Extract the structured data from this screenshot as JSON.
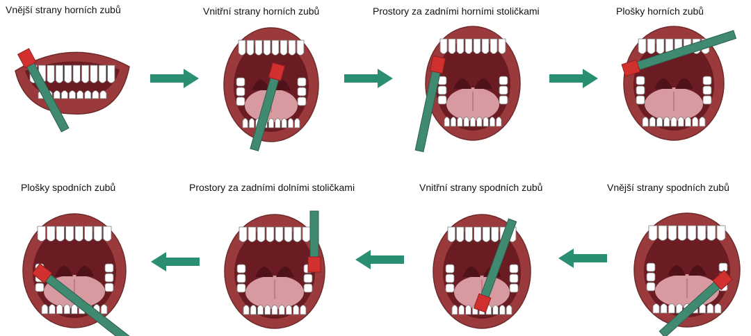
{
  "colors": {
    "lips": "#9b3a3c",
    "lips_dark": "#6e2a2b",
    "mouth_inside": "#6a1c22",
    "tongue": "#d69aa0",
    "tongue_dark": "#b97078",
    "teeth": "#ffffff",
    "brush": "#3f8a70",
    "brush_dark": "#2c5e4d",
    "bristles": "#d1302e",
    "arrow": "#2a8f72"
  },
  "steps": [
    {
      "label": "Vnější strany horních zubů",
      "icon": "closed-smile-brush-outer-upper"
    },
    {
      "label": "Vnitřní strany horních zubů",
      "icon": "open-mouth-brush-inner-upper"
    },
    {
      "label": "Prostory za zadními horními stoličkami",
      "icon": "open-mouth-brush-behind-upper-molars"
    },
    {
      "label": "Plošky horních zubů",
      "icon": "open-mouth-brush-upper-chewing"
    },
    {
      "label": "Vnější strany spodních zubů",
      "icon": "open-mouth-brush-outer-lower"
    },
    {
      "label": "Vnitřní strany spodních zubů",
      "icon": "open-mouth-brush-inner-lower"
    },
    {
      "label": "Prostory za zadními dolními stoličkami",
      "icon": "open-mouth-brush-behind-lower-molars"
    },
    {
      "label": "Plošky spodních zubů",
      "icon": "open-mouth-brush-lower-chewing"
    }
  ],
  "arrows": [
    {
      "icon": "arrow-right-icon"
    },
    {
      "icon": "arrow-right-icon"
    },
    {
      "icon": "arrow-right-icon"
    },
    {
      "icon": "arrow-left-icon"
    },
    {
      "icon": "arrow-left-icon"
    },
    {
      "icon": "arrow-left-icon"
    }
  ]
}
